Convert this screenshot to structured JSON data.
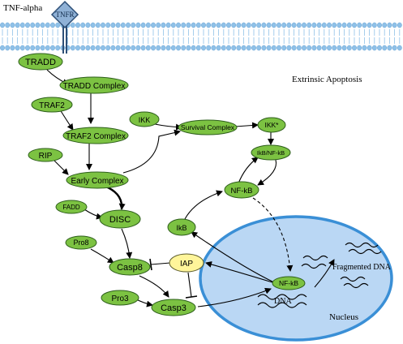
{
  "title": "TNF-alpha",
  "receptor": "TNFR",
  "pathway_label": "Extrinsic Apoptosis",
  "nucleus_label": "Nucleus",
  "dna_label": "DNA",
  "fragmented_dna_label": "Fragmented DNA",
  "nodes": {
    "tradd": "TRADD",
    "tradd_complex": "TRADD Complex",
    "traf2": "TRAF2",
    "traf2_complex": "TRAF2 Complex",
    "rip": "RIP",
    "early_complex": "Early Complex",
    "fadd": "FADD",
    "disc": "DISC",
    "pro8": "Pro8",
    "casp8": "Casp8",
    "pro3": "Pro3",
    "casp3": "Casp3",
    "ikk": "IKK",
    "survival_complex": "Survival Complex",
    "ikk_star": "IKK*",
    "ikb_nfkb": "IkB/NF-kB",
    "nfkb": "NF-kB",
    "ikb": "IkB",
    "iap": "IAP",
    "nfkb_nuclear": "NF-kB"
  },
  "colors": {
    "node_fill": "#7cc242",
    "iap_fill": "#fff59a",
    "membrane": "#8fc1e8",
    "nucleus_fill": "#bad7f4",
    "nucleus_stroke": "#3a8fd6"
  }
}
